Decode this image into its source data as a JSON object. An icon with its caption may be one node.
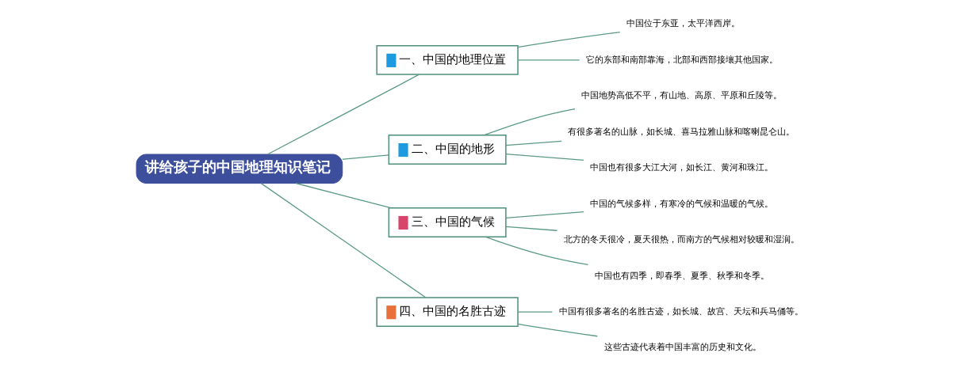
{
  "diagram": {
    "nodes": [
      {
        "text": [
          "讲给孩子的中国地理知识笔记"
        ]
      },
      {
        "text": [
          "一、中国的地理位置"
        ]
      },
      {
        "text": [
          "二、中国的地形"
        ]
      },
      {
        "text": [
          "三、中国的气候"
        ]
      },
      {
        "text": [
          "四、中国的名胜古迹"
        ]
      },
      {
        "text": [
          "中国位于东亚，太平洋西岸。"
        ]
      },
      {
        "text": [
          "它的东部和南部靠海，北部和西部接壤其他国家。"
        ]
      },
      {
        "text": [
          "中国地势高低不平，有山地、高原、平原和丘陵等。"
        ]
      },
      {
        "text": [
          "有很多著名的山脉，如长城、喜马拉雅山脉和喀喇昆仑山。"
        ]
      },
      {
        "text": [
          "中国也有很多大江大河，如长江、黄河和珠江。"
        ]
      },
      {
        "text": [
          "中国的气候多样，有寒冷的气候和温暖的气候。"
        ]
      },
      {
        "text": [
          "北方的冬天很冷，夏天很热，而南方的气候相对较暖和湿润。"
        ]
      },
      {
        "text": [
          "中国也有四季，即春季、夏季、秋季和冬季。"
        ]
      },
      {
        "text": [
          "中国有很多著名的名胜古迹，如长城、故宫、天坛和兵马俑等。"
        ]
      },
      {
        "text": [
          "这些古迹代表着中国丰富的历史和文化。"
        ]
      }
    ],
    "edges": [
      {
        "from": 0,
        "to": 1,
        "arrow": "none"
      },
      {
        "from": 0,
        "to": 2,
        "arrow": "none"
      },
      {
        "from": 0,
        "to": 3,
        "arrow": "none"
      },
      {
        "from": 0,
        "to": 4,
        "arrow": "none"
      },
      {
        "from": 1,
        "to": 5,
        "arrow": "none"
      },
      {
        "from": 1,
        "to": 6,
        "arrow": "none"
      },
      {
        "from": 2,
        "to": 7,
        "arrow": "none"
      },
      {
        "from": 2,
        "to": 8,
        "arrow": "none"
      },
      {
        "from": 2,
        "to": 9,
        "arrow": "none"
      },
      {
        "from": 3,
        "to": 10,
        "arrow": "none"
      },
      {
        "from": 3,
        "to": 11,
        "arrow": "none"
      },
      {
        "from": 3,
        "to": 12,
        "arrow": "none"
      },
      {
        "from": 4,
        "to": 13,
        "arrow": "none"
      },
      {
        "from": 4,
        "to": 14,
        "arrow": "none"
      }
    ]
  }
}
